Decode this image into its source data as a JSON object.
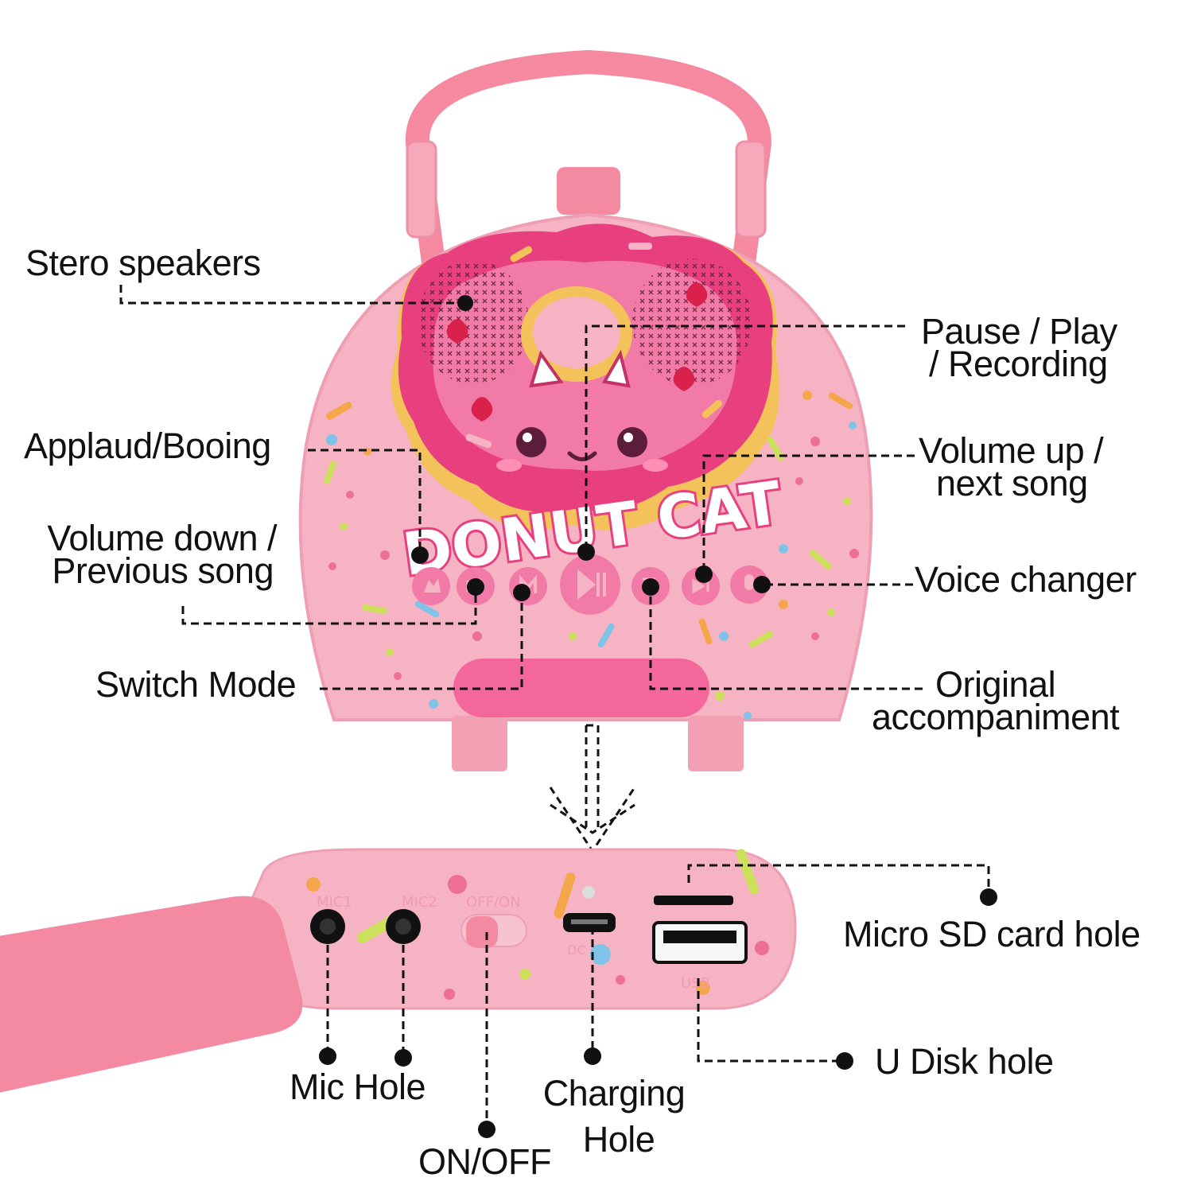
{
  "product_logo": "DONUT CAT",
  "top_labels": {
    "stereo_speakers": "Stero speakers",
    "pause_play": [
      "Pause / Play",
      "/ Recording"
    ],
    "applaud_booing": "Applaud/Booing",
    "volume_up": [
      "Volume up  /",
      "next song"
    ],
    "volume_down": [
      "Volume down /",
      "Previous song"
    ],
    "voice_changer": "Voice changer",
    "switch_mode": "Switch Mode",
    "original_accompaniment": [
      "Original",
      "accompaniment"
    ]
  },
  "bottom_labels": {
    "micro_sd": "Micro SD card hole",
    "u_disk": "U Disk hole",
    "mic_hole": "Mic Hole",
    "charging_hole": [
      "Charging",
      "Hole"
    ],
    "on_off": "ON/OFF"
  },
  "panel_print": {
    "mic1": "MIC1",
    "mic2": "MIC2",
    "off_on": "OFF/ON",
    "dc": "DC",
    "usb": "USB"
  },
  "colors": {
    "body_pink": "#f6b3c3",
    "handle_pink": "#f4899f",
    "donut_frosting": "#e8407f",
    "donut_dough": "#f4c25a",
    "leader_line": "#111111"
  },
  "icons": {
    "buttons": [
      "applause-icon",
      "previous-icon",
      "mode-icon",
      "play-pause-icon",
      "original-vocal-icon",
      "next-icon",
      "voice-changer-icon"
    ],
    "flow_arrow": "chevron-down-arrow"
  }
}
